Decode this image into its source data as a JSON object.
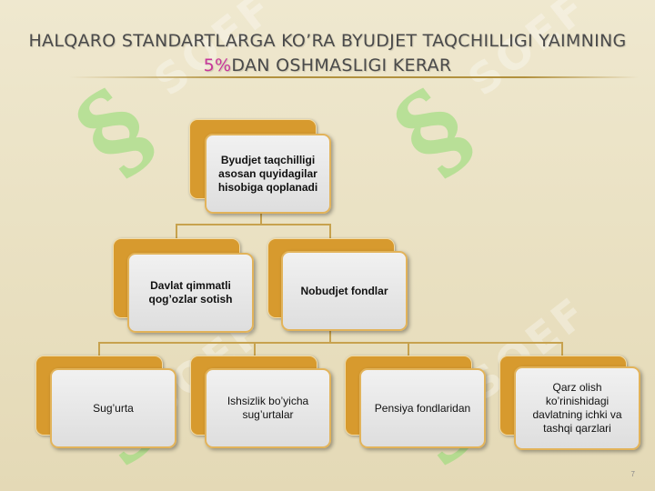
{
  "slide": {
    "title_line1": "HALQARO STANDARTLARGA KO’RA BYUDJET TAQCHILLIGI YAIMNING",
    "title_accent": "5%",
    "title_line2_rest": "DAN OSHMASLIGI KERAR",
    "accent_color": "#c8369a",
    "page_number": "7"
  },
  "watermark": {
    "symbol": "§",
    "text": "SOEF"
  },
  "diagram": {
    "root": "Byudjet taqchilligi asosan quyidagilar hisobiga qoplanadi",
    "level2": [
      "Davlat qimmatli qog’ozlar sotish",
      "Nobudjet fondlar"
    ],
    "level3": [
      "Sug’urta",
      "Ishsizlik bo’yicha sug’urtalar",
      "Pensiya fondlaridan",
      "Qarz olish ko’rinishidagi davlatning ichki va tashqi qarzlari"
    ]
  }
}
